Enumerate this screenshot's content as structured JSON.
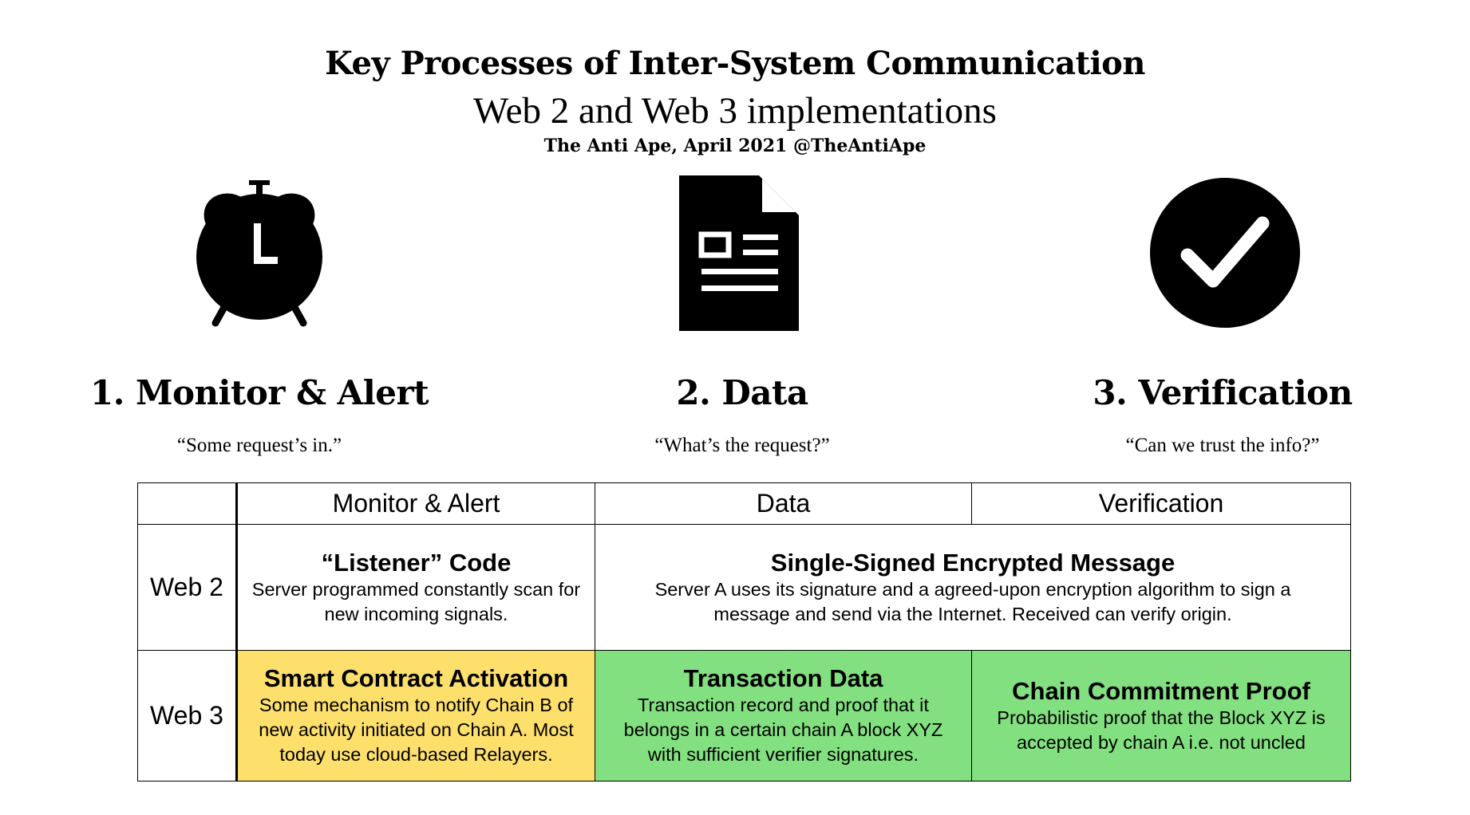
{
  "header": {
    "title": "Key Processes of Inter-System Communication",
    "subtitle": "Web 2 and Web 3 implementations",
    "byline": "The Anti Ape, April 2021 @TheAntiApe"
  },
  "steps": [
    {
      "icon": "alarm-clock-icon",
      "title": "1. Monitor & Alert",
      "quote": "“Some request’s in.”"
    },
    {
      "icon": "document-icon",
      "title": "2. Data",
      "quote": "“What’s the request?”"
    },
    {
      "icon": "checkmark-circle-icon",
      "title": "3. Verification",
      "quote": "“Can we trust the info?”"
    }
  ],
  "table": {
    "columns": [
      "Monitor & Alert",
      "Data",
      "Verification"
    ],
    "web2": {
      "label": "Web 2",
      "monitor": {
        "title": "“Listener” Code",
        "body": "Server programmed constantly scan for new incoming signals."
      },
      "data_verification": {
        "title": "Single-Signed Encrypted Message",
        "body": "Server A uses its signature and a agreed-upon encryption algorithm to sign a message and send via the Internet. Received can verify origin."
      }
    },
    "web3": {
      "label": "Web 3",
      "monitor": {
        "title": "Smart Contract Activation",
        "body": "Some mechanism to notify Chain B of new activity initiated on Chain A. Most today use cloud-based Relayers."
      },
      "data": {
        "title": "Transaction Data",
        "body": "Transaction record and proof that it belongs in a certain chain A block XYZ with sufficient verifier signatures."
      },
      "verification": {
        "title": "Chain Commitment Proof",
        "body": "Probabilistic proof that the Block XYZ is accepted by chain A i.e. not uncled"
      }
    }
  },
  "colors": {
    "yellow": "#fddf6c",
    "green": "#83e080",
    "black": "#000000"
  }
}
